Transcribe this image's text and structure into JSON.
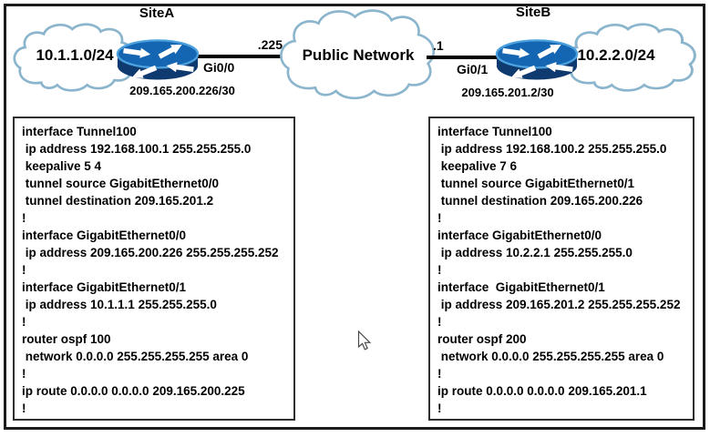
{
  "diagram": {
    "site_a": {
      "name": "SiteA",
      "lan_network": "10.1.1.0/24",
      "interface_label": "Gi0/0",
      "wan_address": "209.165.200.226/30",
      "link_octet": ".225"
    },
    "public_network_label": "Public Network",
    "site_b": {
      "name": "SiteB",
      "lan_network": "10.2.2.0/24",
      "interface_label": "Gi0/1",
      "wan_address": "209.165.201.2/30",
      "link_octet": ".1"
    }
  },
  "configs": {
    "site_a_lines": [
      "interface Tunnel100",
      " ip address 192.168.100.1 255.255.255.0",
      " keepalive 5 4",
      " tunnel source GigabitEthernet0/0",
      " tunnel destination 209.165.201.2",
      "!",
      "interface GigabitEthernet0/0",
      " ip address 209.165.200.226 255.255.255.252",
      "!",
      "interface GigabitEthernet0/1",
      " ip address 10.1.1.1 255.255.255.0",
      "!",
      "router ospf 100",
      " network 0.0.0.0 255.255.255.255 area 0",
      "!",
      "ip route 0.0.0.0 0.0.0.0 209.165.200.225",
      "!"
    ],
    "site_b_lines": [
      "interface Tunnel100",
      " ip address 192.168.100.2 255.255.255.0",
      " keepalive 7 6",
      " tunnel source GigabitEthernet0/1",
      " tunnel destination 209.165.200.226",
      "!",
      "interface GigabitEthernet0/0",
      " ip address 10.2.2.1 255.255.255.0",
      "!",
      "interface  GigabitEthernet0/1",
      " ip address 209.165.201.2 255.255.255.252",
      "!",
      "router ospf 200",
      " network 0.0.0.0 255.255.255.255 area 0",
      "!",
      "ip route 0.0.0.0 0.0.0.0 209.165.201.1",
      "!"
    ]
  },
  "icons": {
    "router": "cisco-router-icon",
    "cloud": "network-cloud-icon",
    "cursor": "mouse-cursor-icon"
  },
  "colors": {
    "router_body": "#0f3a70",
    "router_top": "#1566b2",
    "router_rim": "#4ba0dd",
    "cloud_outline": "#8ab5cd",
    "link_line": "#000000",
    "outer_border": "#1b1b1b",
    "config_border": "#2e2e2e",
    "text": "#000000",
    "background": "#ffffff"
  }
}
